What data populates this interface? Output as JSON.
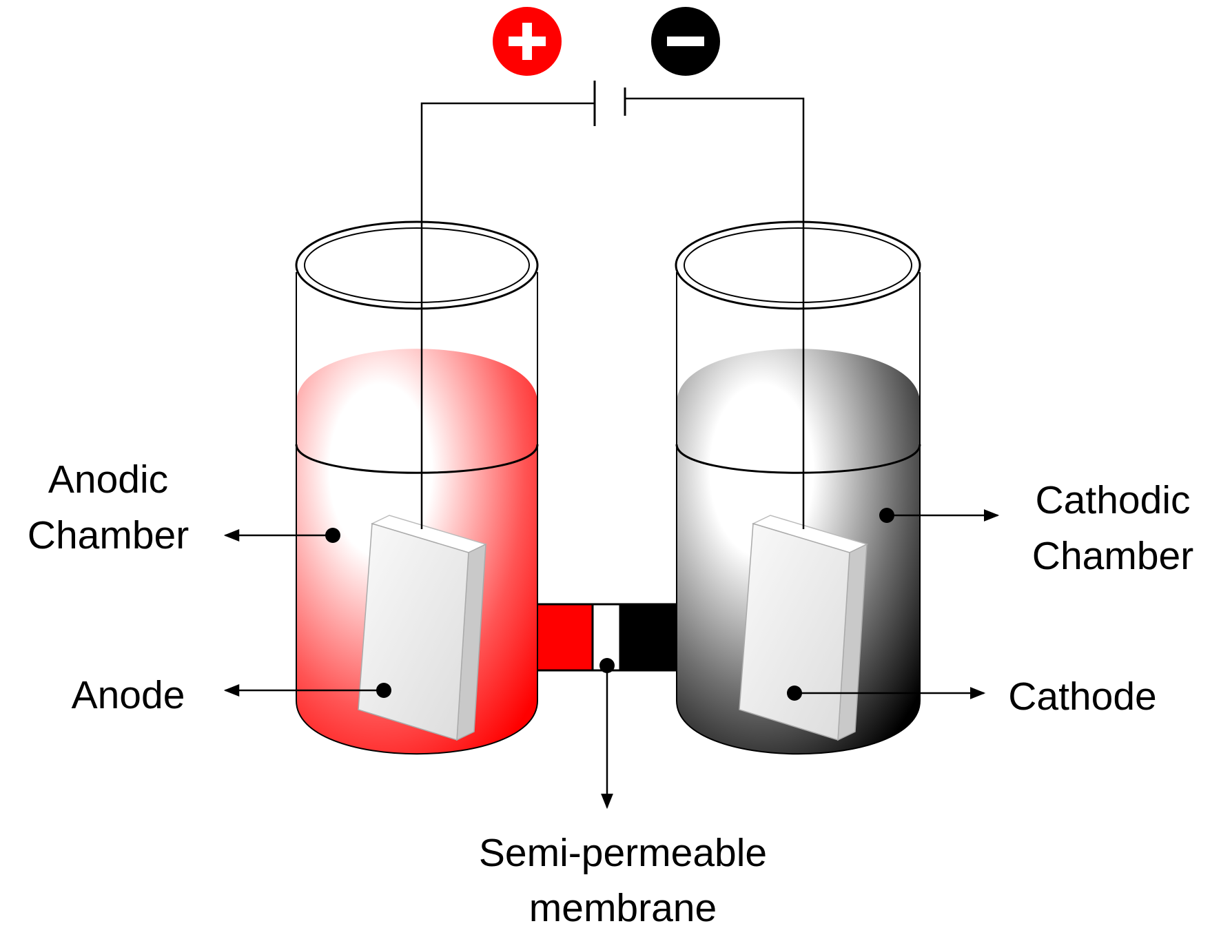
{
  "terminals": {
    "positive": {
      "symbol": "+",
      "color": "#ff0000",
      "icon": "plus-circle-icon"
    },
    "negative": {
      "symbol": "−",
      "color": "#000000",
      "icon": "minus-circle-icon"
    }
  },
  "labels": {
    "anodic_chamber": [
      "Anodic",
      "Chamber"
    ],
    "anode": "Anode",
    "cathodic_chamber": [
      "Cathodic",
      "Chamber"
    ],
    "cathode": "Cathode",
    "membrane": [
      "Semi-permeable",
      "membrane"
    ]
  },
  "colors": {
    "anode_solution": "#ff0000",
    "cathode_solution": "#000000",
    "electrode": "#f2f2f2"
  }
}
